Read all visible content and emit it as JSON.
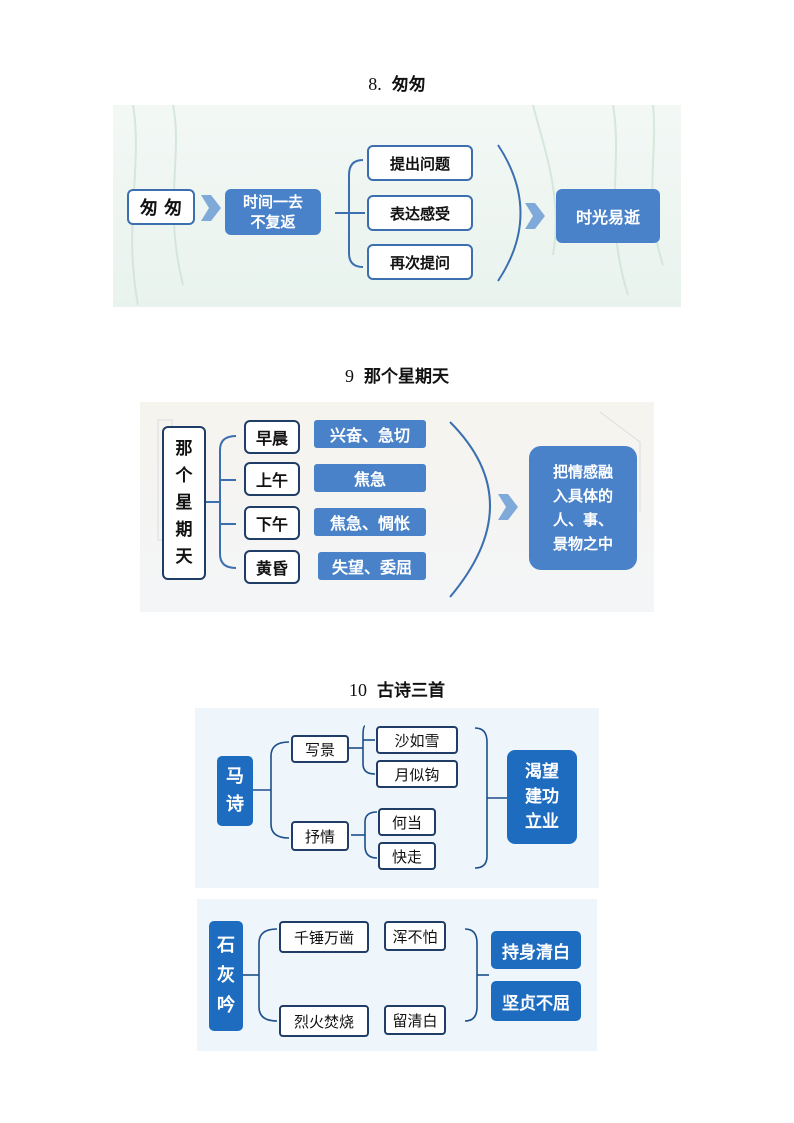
{
  "section8": {
    "number": "8.",
    "title": "匆匆",
    "root": "匆 匆",
    "theme": "时间一去不复返",
    "theme_line1": "时间一去",
    "theme_line2": "不复返",
    "branches": [
      "提出问题",
      "表达感受",
      "再次提问"
    ],
    "conclusion": "时光易逝"
  },
  "section9": {
    "number": "9",
    "title": "那个星期天",
    "root_chars": [
      "那",
      "个",
      "星",
      "期",
      "天"
    ],
    "rows": [
      {
        "time": "早晨",
        "feeling": "兴奋、急切"
      },
      {
        "time": "上午",
        "feeling": "焦急"
      },
      {
        "time": "下午",
        "feeling": "焦急、惆怅"
      },
      {
        "time": "黄昏",
        "feeling": "失望、委屈"
      }
    ],
    "conclusion_lines": [
      "把情感融",
      "入具体的",
      "人、事、",
      "景物之中"
    ]
  },
  "section10": {
    "number": "10",
    "title": "古诗三首",
    "poem1": {
      "title_chars": [
        "马",
        "诗"
      ],
      "groups": [
        {
          "label": "写景",
          "items": [
            "沙如雪",
            "月似钩"
          ]
        },
        {
          "label": "抒情",
          "items": [
            "何当",
            "快走"
          ]
        }
      ],
      "conclusion_chars": [
        "渴望",
        "建功",
        "立业"
      ]
    },
    "poem2": {
      "title_chars": [
        "石",
        "灰",
        "吟"
      ],
      "top": [
        "千锤万凿",
        "浑不怕"
      ],
      "bottom": [
        "烈火焚烧",
        "留清白"
      ],
      "conclusions": [
        "持身清白",
        "坚贞不屈"
      ]
    }
  },
  "colors": {
    "box_border": "#3b6fb0",
    "blue_fill": "#4a82c9",
    "deep_blue": "#1d6cc0",
    "panel_bg": "#eef5fb"
  }
}
